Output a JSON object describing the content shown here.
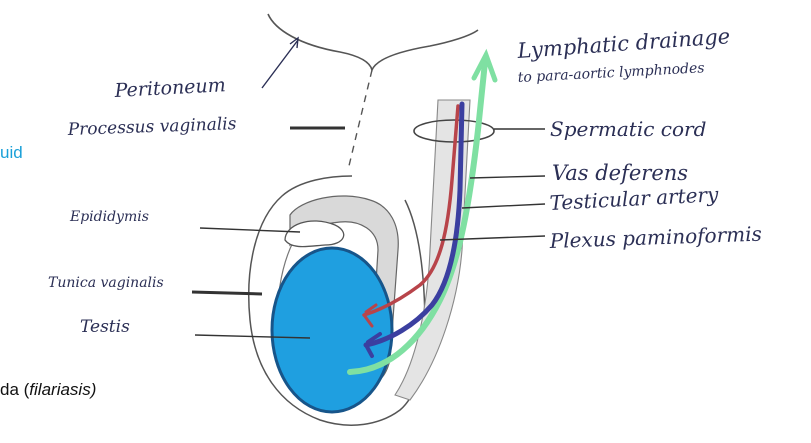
{
  "labels": {
    "peritoneum": "Peritoneum",
    "processus_vaginalis": "Processus vaginalis",
    "epididymis": "Epididymis",
    "tunica_vaginalis": "Tunica vaginalis",
    "testis": "Testis",
    "lymphatic_line1": "Lymphatic drainage",
    "lymphatic_line2": "to para-aortic lymphnodes",
    "spermatic_cord": "Spermatic cord",
    "vas_deferens": "Vas deferens",
    "testicular_artery": "Testicular artery",
    "plexus": "Plexus paminoformis"
  },
  "slide_fragments": {
    "fluid": "uid",
    "filariasis_prefix": "da (",
    "filariasis_italic": "filariasis)"
  },
  "colors": {
    "ink": "#2b2f55",
    "testis_fill": "#1f9fe0",
    "testis_edge": "#17558a",
    "artery": "#b8444a",
    "vein": "#3b3fa0",
    "lymph": "#7fe0a2",
    "slide_blue": "#1aa0d8"
  }
}
